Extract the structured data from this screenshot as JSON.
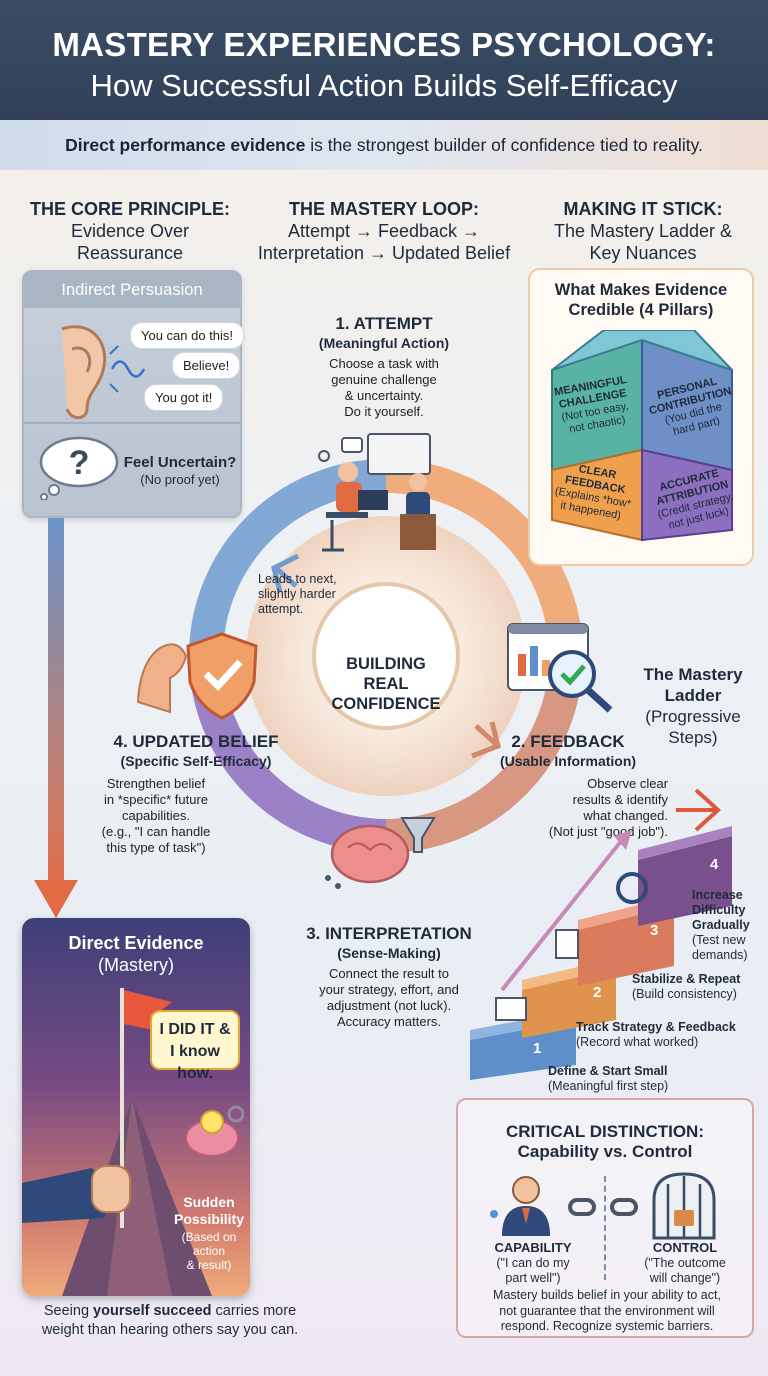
{
  "header": {
    "title_line1": "MASTERY EXPERIENCES PSYCHOLOGY:",
    "title_line2": "How Successful Action Builds Self-Efficacy"
  },
  "subtitle": {
    "bold": "Direct performance evidence",
    "rest": " is the strongest builder of confidence tied to reality."
  },
  "columns": {
    "left": {
      "heading": "THE CORE PRINCIPLE:",
      "sub1": "Evidence Over",
      "sub2": "Reassurance"
    },
    "middle": {
      "heading": "THE MASTERY LOOP:",
      "sub1": "Attempt → Feedback →",
      "sub2": "Interpretation → Updated Belief"
    },
    "right": {
      "heading": "MAKING IT STICK:",
      "sub1": "The Mastery Ladder &",
      "sub2": "Key Nuances"
    }
  },
  "indirect": {
    "title": "Indirect Persuasion",
    "bubbles": [
      "You can do this!",
      "Believe!",
      "You got it!"
    ],
    "feel": "Feel Uncertain?",
    "feel_sub": "(No proof yet)"
  },
  "direct": {
    "title1": "Direct Evidence",
    "title2": "(Mastery)",
    "bubble_line1": "I DID IT &",
    "bubble_line2": "I know how.",
    "possibility1": "Sudden",
    "possibility2": "Possibility",
    "possibility_sub1": "(Based on action",
    "possibility_sub2": "& result)"
  },
  "left_footer": {
    "pre": "Seeing ",
    "bold": "yourself succeed",
    "post": " carries more",
    "line2": "weight than hearing others say you can."
  },
  "loop": {
    "center1": "BUILDING",
    "center2": "REAL",
    "center3": "CONFIDENCE",
    "leads1": "Leads to next,",
    "leads2": "slightly harder",
    "leads3": "attempt.",
    "attempt": {
      "title": "1. ATTEMPT",
      "sub": "(Meaningful Action)",
      "text1": "Choose a task with",
      "text2": "genuine challenge",
      "text3": "& uncertainty.",
      "text4": "Do it yourself."
    },
    "feedback": {
      "title": "2. FEEDBACK",
      "sub": "(Usable Information)",
      "text1": "Observe clear",
      "text2": "results & identify",
      "text3": "what changed.",
      "text4": "(Not just \"good job\")."
    },
    "interpretation": {
      "title": "3. INTERPRETATION",
      "sub": "(Sense-Making)",
      "text1": "Connect the result to",
      "text2": "your strategy, effort, and",
      "text3": "adjustment (not luck).",
      "text4": "Accuracy matters."
    },
    "belief": {
      "title": "4. UPDATED BELIEF",
      "sub": "(Specific Self-Efficacy)",
      "text1": "Strengthen belief",
      "text2": "in *specific* future",
      "text3": "capabilities.",
      "text4": "(e.g., \"I can handle",
      "text5": "this type of task\")"
    }
  },
  "pillars": {
    "title1": "What Makes Evidence",
    "title2": "Credible (4 Pillars)",
    "p1": [
      "MEANINGFUL",
      "CHALLENGE",
      "(Not too easy,",
      "not chaotic)"
    ],
    "p2": [
      "PERSONAL",
      "CONTRIBUTION",
      "(You did the",
      "hard part)"
    ],
    "p3": [
      "CLEAR",
      "FEEDBACK",
      "(Explains *how*",
      "it happened)"
    ],
    "p4": [
      "ACCURATE",
      "ATTRIBUTION",
      "(Credit strategy,",
      "not just luck)"
    ]
  },
  "ladder": {
    "title1": "The Mastery",
    "title2": "Ladder",
    "title3": "(Progressive",
    "title4": "Steps)",
    "steps": [
      {
        "num": "1",
        "bold": "Define & Start Small",
        "sub": "(Meaningful first step)"
      },
      {
        "num": "2",
        "bold": "Track Strategy & Feedback",
        "sub": "(Record what worked)"
      },
      {
        "num": "3",
        "bold": "Stabilize & Repeat",
        "sub": "(Build consistency)"
      },
      {
        "num": "4",
        "bold1": "Increase",
        "bold2": "Difficulty",
        "bold3": "Gradually",
        "sub1": "(Test new",
        "sub2": "demands)"
      }
    ]
  },
  "distinction": {
    "title1": "CRITICAL DISTINCTION:",
    "title2": "Capability vs. Control",
    "capability": "CAPABILITY",
    "capability_sub1": "(\"I can do my",
    "capability_sub2": "part well\")",
    "control": "CONTROL",
    "control_sub1": "(\"The outcome",
    "control_sub2": "will change\")",
    "footer1": "Mastery builds belief in your ability to act,",
    "footer2": "not guarantee that the environment will",
    "footer3": "respond. Recognize systemic barriers."
  },
  "colors": {
    "header_bg": "#2f4058",
    "attempt": "#e88a54",
    "feedback": "#d9774e",
    "interpretation": "#8a63b5",
    "belief": "#5f8fca"
  }
}
